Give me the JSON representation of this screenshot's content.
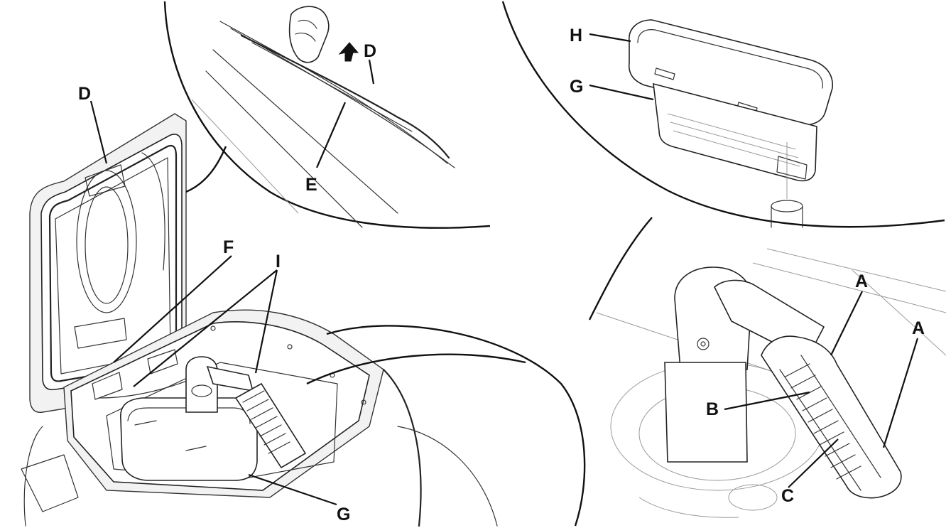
{
  "labels": {
    "a1": "A",
    "a2": "A",
    "b": "B",
    "c": "C",
    "d_inset": "D",
    "d_main": "D",
    "e": "E",
    "f": "F",
    "g_inset": "G",
    "g_main": "G",
    "h": "H",
    "i": "I"
  }
}
